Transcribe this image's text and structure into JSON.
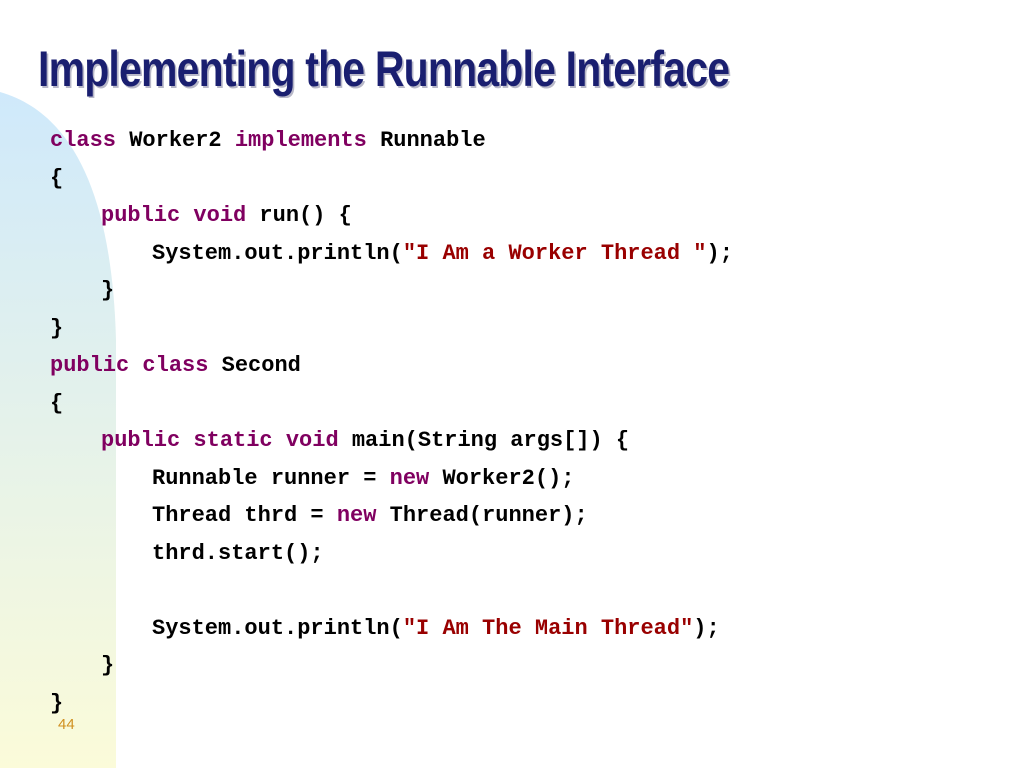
{
  "slide": {
    "title": "Implementing the Runnable Interface",
    "page_number": "44",
    "colors": {
      "title": "#1a1f70",
      "keyword": "#800060",
      "string": "#990000",
      "code": "#000000",
      "page_number": "#d09020",
      "band_top": "#cfe9fb",
      "band_bottom": "#fbfbd9"
    },
    "code_lines": [
      {
        "indent": 0,
        "tokens": [
          {
            "t": "class",
            "k": "kw"
          },
          {
            "t": " Worker2 ",
            "k": "code"
          },
          {
            "t": "implements",
            "k": "kw"
          },
          {
            "t": " Runnable",
            "k": "code"
          }
        ]
      },
      {
        "indent": 0,
        "tokens": [
          {
            "t": "{",
            "k": "code"
          }
        ]
      },
      {
        "indent": 1,
        "tokens": [
          {
            "t": "public",
            "k": "kw"
          },
          {
            "t": " ",
            "k": "code"
          },
          {
            "t": "void",
            "k": "kw"
          },
          {
            "t": " run() {",
            "k": "code"
          }
        ]
      },
      {
        "indent": 2,
        "tokens": [
          {
            "t": "System.out.println(",
            "k": "code"
          },
          {
            "t": "\"I Am a Worker Thread \"",
            "k": "str"
          },
          {
            "t": ");",
            "k": "code"
          }
        ]
      },
      {
        "indent": 1,
        "tokens": [
          {
            "t": "}",
            "k": "code"
          }
        ]
      },
      {
        "indent": 0,
        "tokens": [
          {
            "t": "}",
            "k": "code"
          }
        ]
      },
      {
        "indent": 0,
        "tokens": [
          {
            "t": "public",
            "k": "kw"
          },
          {
            "t": " ",
            "k": "code"
          },
          {
            "t": "class",
            "k": "kw"
          },
          {
            "t": " Second",
            "k": "code"
          }
        ]
      },
      {
        "indent": 0,
        "tokens": [
          {
            "t": "{",
            "k": "code"
          }
        ]
      },
      {
        "indent": 1,
        "tokens": [
          {
            "t": "public",
            "k": "kw"
          },
          {
            "t": " ",
            "k": "code"
          },
          {
            "t": "static",
            "k": "kw"
          },
          {
            "t": " ",
            "k": "code"
          },
          {
            "t": "void",
            "k": "kw"
          },
          {
            "t": " main(String args[]) {",
            "k": "code"
          }
        ]
      },
      {
        "indent": 2,
        "tokens": [
          {
            "t": "Runnable runner = ",
            "k": "code"
          },
          {
            "t": "new",
            "k": "kw"
          },
          {
            "t": " Worker2();",
            "k": "code"
          }
        ]
      },
      {
        "indent": 2,
        "tokens": [
          {
            "t": "Thread thrd = ",
            "k": "code"
          },
          {
            "t": "new",
            "k": "kw"
          },
          {
            "t": " Thread(runner);",
            "k": "code"
          }
        ]
      },
      {
        "indent": 2,
        "tokens": [
          {
            "t": "thrd.start();",
            "k": "code"
          }
        ]
      },
      {
        "indent": 0,
        "tokens": []
      },
      {
        "indent": 2,
        "tokens": [
          {
            "t": "System.out.println(",
            "k": "code"
          },
          {
            "t": "\"I Am The Main Thread\"",
            "k": "str"
          },
          {
            "t": ");",
            "k": "code"
          }
        ]
      },
      {
        "indent": 1,
        "tokens": [
          {
            "t": "}",
            "k": "code"
          }
        ]
      },
      {
        "indent": 0,
        "tokens": [
          {
            "t": "}",
            "k": "code"
          }
        ]
      }
    ]
  }
}
